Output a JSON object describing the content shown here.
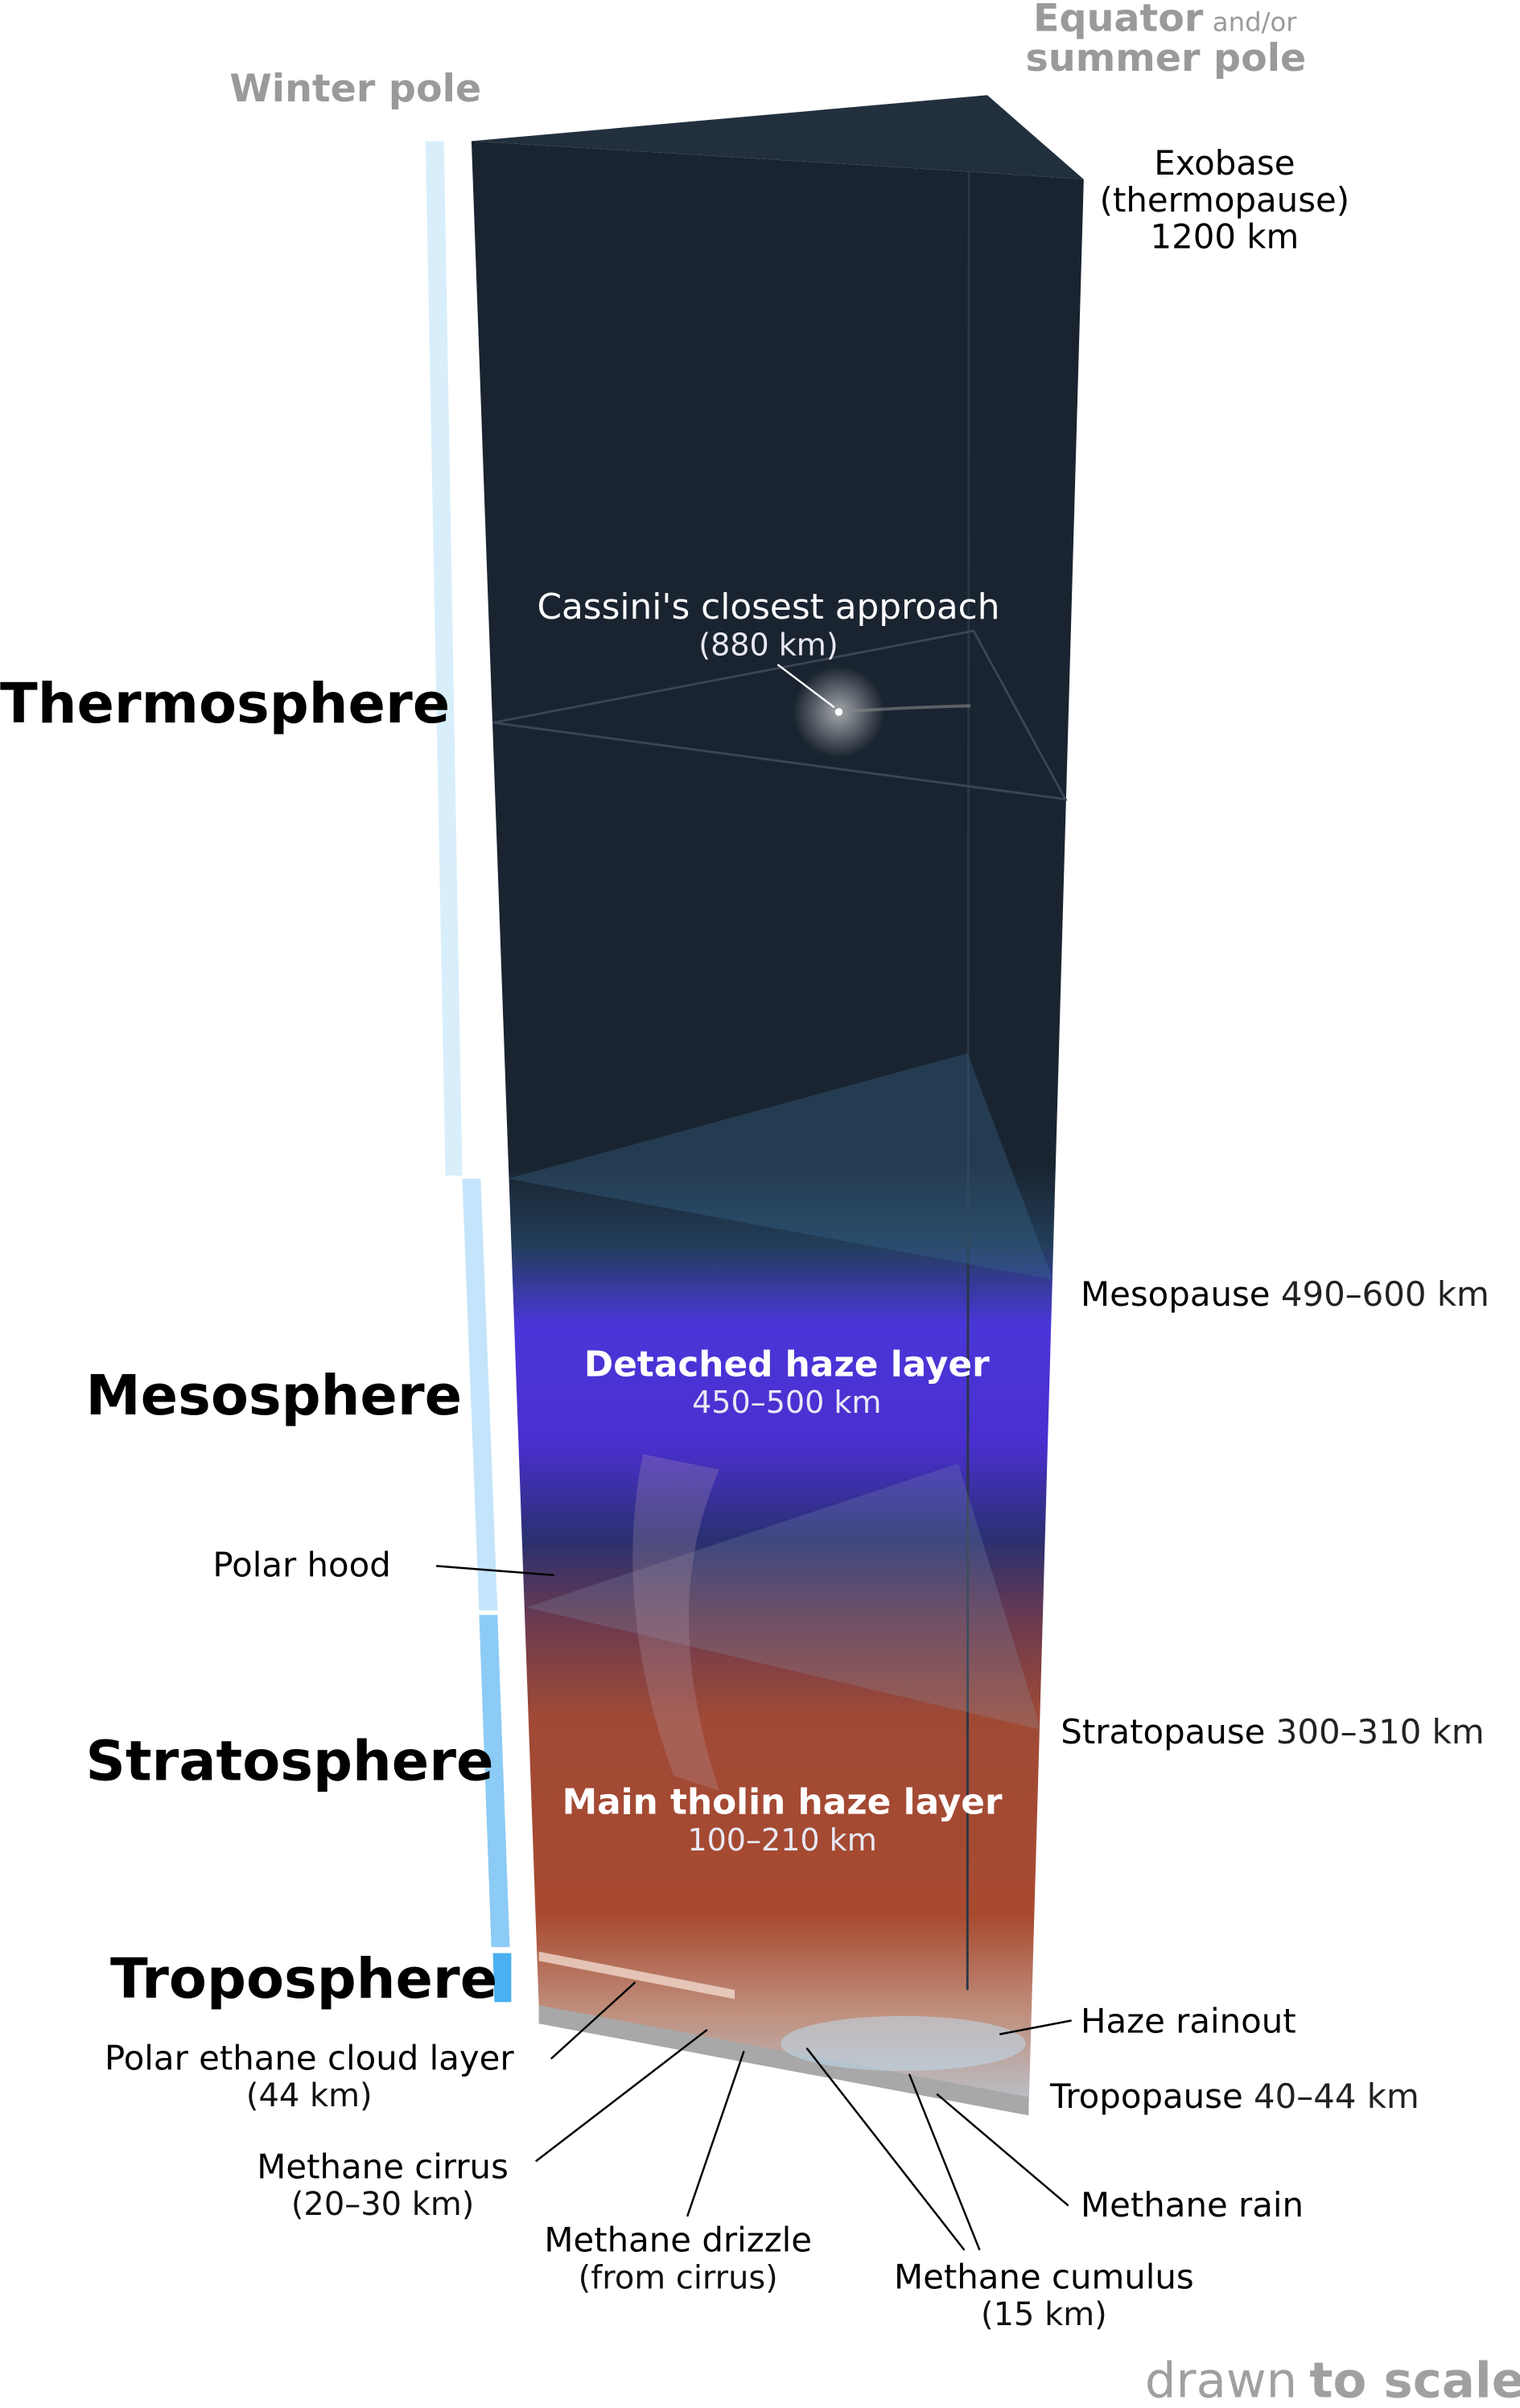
{
  "header": {
    "winter_pole": "Winter pole",
    "equator": "Equator",
    "and_or": "and/or",
    "summer_pole": "summer pole"
  },
  "layers": {
    "thermosphere": "Thermosphere",
    "mesosphere": "Mesosphere",
    "stratosphere": "Stratosphere",
    "troposphere": "Troposphere"
  },
  "inner_labels": {
    "cassini_title": "Cassini's closest approach",
    "cassini_alt": "(880 km)",
    "detached_title": "Detached haze layer",
    "detached_alt": "450–500 km",
    "tholin_title": "Main tholin haze layer",
    "tholin_alt": "100–210 km"
  },
  "right_labels": {
    "exobase": "Exobase",
    "thermopause": "(thermopause)",
    "exobase_alt": "1200 km",
    "mesopause": "Mesopause",
    "mesopause_alt": "490–600 km",
    "stratopause": "Stratopause",
    "stratopause_alt": "300–310 km",
    "haze_rainout": "Haze rainout",
    "tropopause": "Tropopause",
    "tropopause_alt": "40–44 km",
    "methane_rain": "Methane rain"
  },
  "bottom_labels": {
    "polar_hood": "Polar hood",
    "polar_ethane": "Polar ethane cloud layer",
    "polar_ethane_alt": "(44 km)",
    "methane_cirrus": "Methane cirrus",
    "methane_cirrus_alt": "(20–30 km)",
    "methane_drizzle": "Methane drizzle",
    "methane_drizzle_note": "(from cirrus)",
    "methane_cumulus": "Methane cumulus",
    "methane_cumulus_alt": "(15 km)"
  },
  "footer": {
    "drawn": "drawn",
    "to_scale": "to scale"
  },
  "colors": {
    "thermosphere": "#1a2430",
    "detached_haze": "#4a2fd0",
    "tholin_haze": "#a84a30",
    "winter_bar_thermo": "#d8eefb",
    "winter_bar_meso": "#c3e4fa",
    "winter_bar_strato": "#8ccbf5",
    "winter_bar_tropo": "#4ab0f0"
  }
}
